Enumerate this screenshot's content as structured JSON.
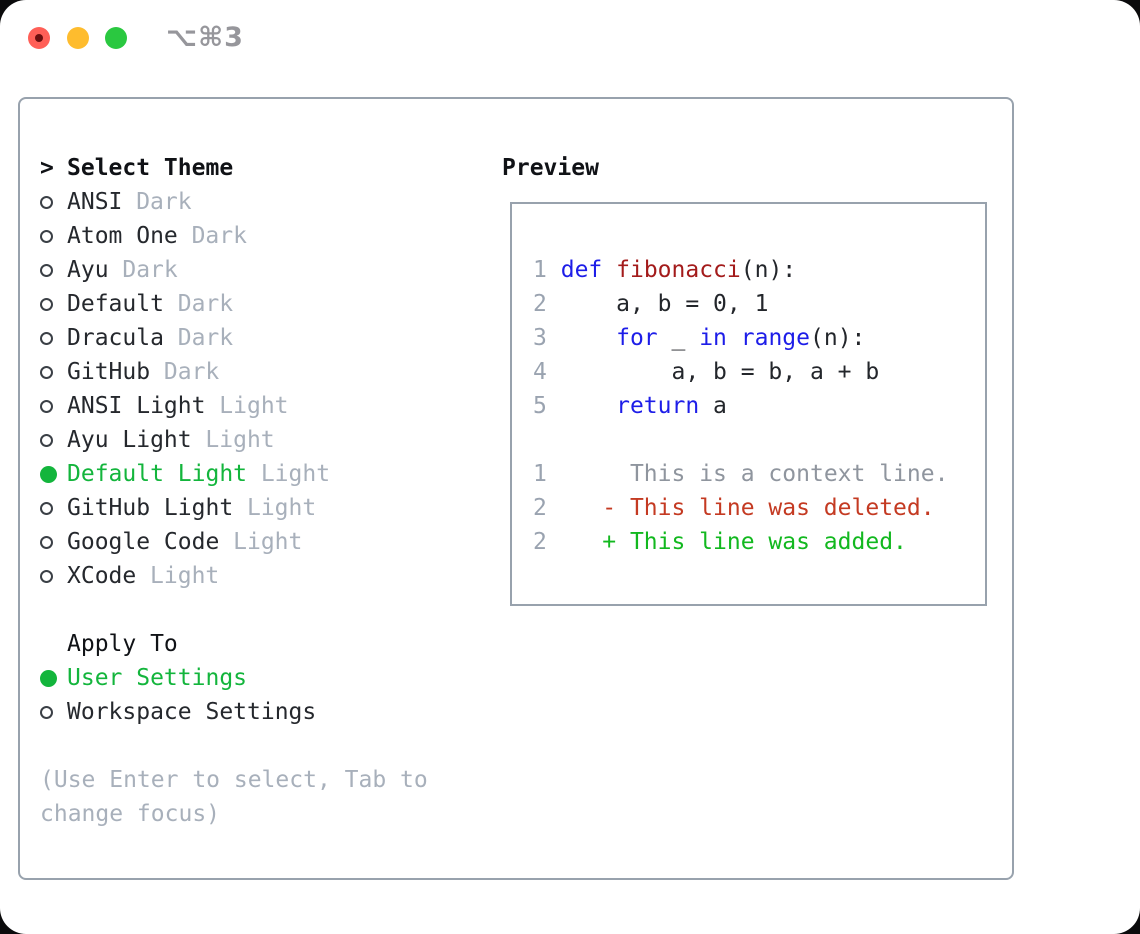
{
  "window": {
    "title": "⌥⌘3"
  },
  "theme_selector": {
    "prompt": ">",
    "title": "Select Theme",
    "items": [
      {
        "name": "ANSI",
        "variant": "Dark",
        "selected": false
      },
      {
        "name": "Atom One",
        "variant": "Dark",
        "selected": false
      },
      {
        "name": "Ayu",
        "variant": "Dark",
        "selected": false
      },
      {
        "name": "Default",
        "variant": "Dark",
        "selected": false
      },
      {
        "name": "Dracula",
        "variant": "Dark",
        "selected": false
      },
      {
        "name": "GitHub",
        "variant": "Dark",
        "selected": false
      },
      {
        "name": "ANSI Light",
        "variant": "Light",
        "selected": false
      },
      {
        "name": "Ayu Light",
        "variant": "Light",
        "selected": false
      },
      {
        "name": "Default Light",
        "variant": "Light",
        "selected": true
      },
      {
        "name": "GitHub Light",
        "variant": "Light",
        "selected": false
      },
      {
        "name": "Google Code",
        "variant": "Light",
        "selected": false
      },
      {
        "name": "XCode",
        "variant": "Light",
        "selected": false
      }
    ]
  },
  "apply_to": {
    "title": "Apply To",
    "options": [
      {
        "label": "User Settings",
        "selected": true
      },
      {
        "label": "Workspace Settings",
        "selected": false
      }
    ]
  },
  "help_text": "(Use Enter to select, Tab to change focus)",
  "preview": {
    "title": "Preview",
    "lines": [
      [
        [
          "num",
          "1"
        ],
        [
          "pl",
          " "
        ],
        [
          "kw",
          "def"
        ],
        [
          "pl",
          " "
        ],
        [
          "fn",
          "fibonacci"
        ],
        [
          "pl",
          "(n):"
        ]
      ],
      [
        [
          "num",
          "2"
        ],
        [
          "pl",
          "     a, b = 0, 1"
        ]
      ],
      [
        [
          "num",
          "3"
        ],
        [
          "pl",
          "     "
        ],
        [
          "kw",
          "for"
        ],
        [
          "pl",
          " _ "
        ],
        [
          "kw",
          "in"
        ],
        [
          "pl",
          " "
        ],
        [
          "kw",
          "range"
        ],
        [
          "pl",
          "(n):"
        ]
      ],
      [
        [
          "num",
          "4"
        ],
        [
          "pl",
          "         a, b = b, a + b"
        ]
      ],
      [
        [
          "num",
          "5"
        ],
        [
          "pl",
          "     "
        ],
        [
          "kw",
          "return"
        ],
        [
          "pl",
          " a"
        ]
      ],
      [],
      [
        [
          "num",
          "1"
        ],
        [
          "pl",
          "      "
        ],
        [
          "ctx",
          "This is a context line."
        ]
      ],
      [
        [
          "num",
          "2"
        ],
        [
          "pl",
          "    "
        ],
        [
          "del",
          "- This line was deleted."
        ]
      ],
      [
        [
          "num",
          "2"
        ],
        [
          "pl",
          "    "
        ],
        [
          "add",
          "+ This line was added."
        ]
      ]
    ]
  },
  "colors": {
    "accent_green": "#13b53c",
    "keyword_blue": "#1d1de8",
    "function_red": "#a31b1b",
    "deleted_red": "#c43a22",
    "added_green": "#12b81f",
    "muted_gray": "#a8b0bb",
    "context_gray": "#8f959e",
    "line_number_gray": "#9aa3b0",
    "panel_border_gray": "#98a2ad",
    "traffic_red": "#ff5f57",
    "traffic_yellow": "#febc2e",
    "traffic_green": "#2ac840"
  }
}
